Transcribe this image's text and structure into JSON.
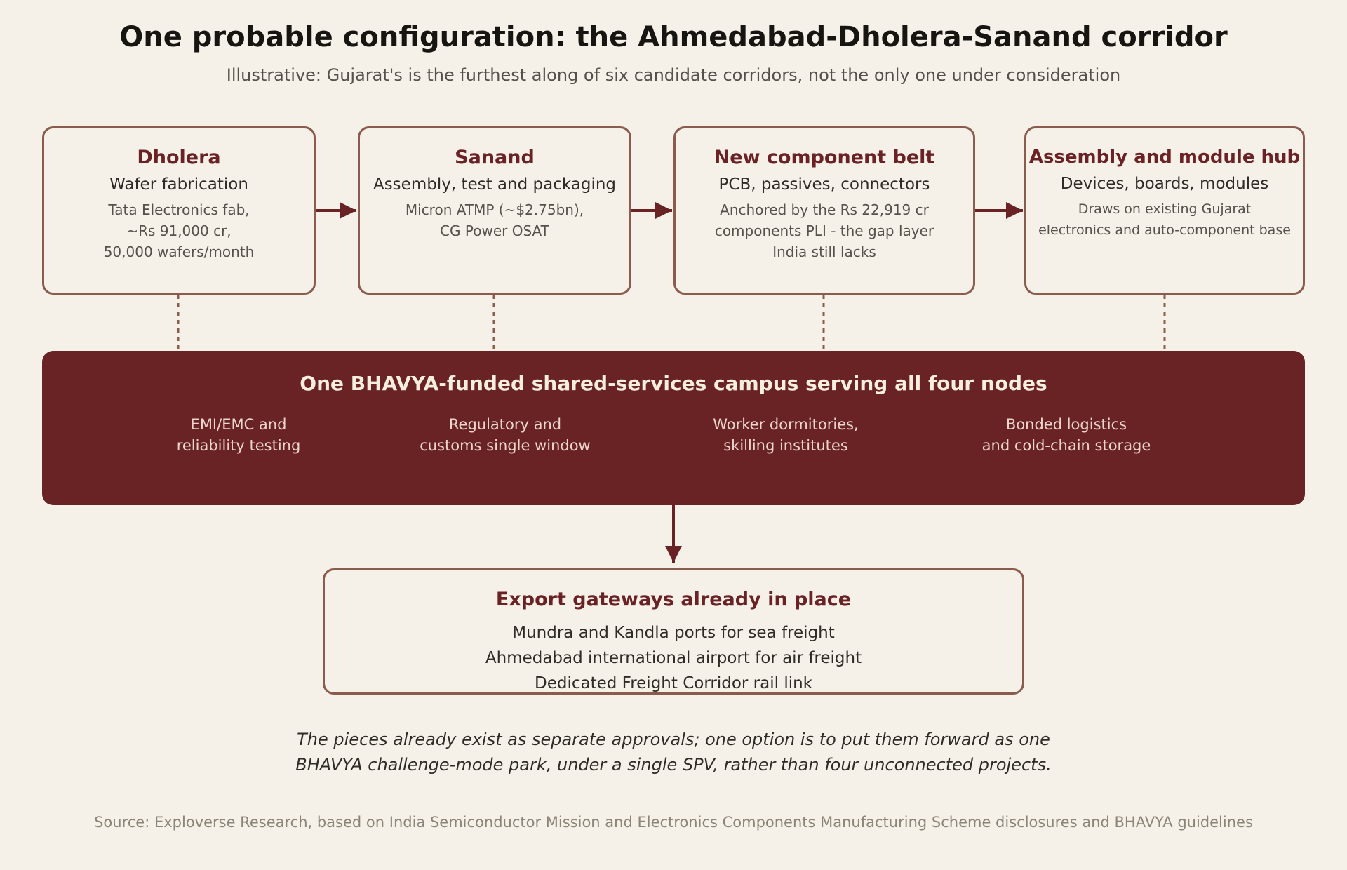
{
  "title": "One probable configuration: the Ahmedabad-Dholera-Sanand corridor",
  "subtitle": "Illustrative: Gujarat's is the furthest along of six candidate corridors, not the only one under consideration",
  "nodes": [
    {
      "name": "Dholera",
      "role": "Wafer fabrication",
      "detail": [
        "Tata Electronics fab,",
        "~Rs 91,000 cr,",
        "50,000 wafers/month"
      ]
    },
    {
      "name": "Sanand",
      "role": "Assembly, test and packaging",
      "detail": [
        "Micron ATMP (~$2.75bn),",
        "CG Power OSAT"
      ]
    },
    {
      "name": "New component belt",
      "role": "PCB, passives, connectors",
      "detail": [
        "Anchored by the Rs 22,919 cr",
        "components PLI - the gap layer",
        "India still lacks"
      ]
    },
    {
      "name": "Assembly and module hub",
      "role": "Devices, boards, modules",
      "detail": [
        "Draws on existing Gujarat",
        "electronics and auto-component base"
      ]
    }
  ],
  "campus": {
    "title": "One BHAVYA-funded shared-services campus serving all four nodes",
    "services": [
      [
        "EMI/EMC and",
        "reliability testing"
      ],
      [
        "Regulatory and",
        "customs single window"
      ],
      [
        "Worker dormitories,",
        "skilling institutes"
      ],
      [
        "Bonded logistics",
        "and cold-chain storage"
      ]
    ]
  },
  "export": {
    "title": "Export gateways already in place",
    "lines": [
      "Mundra and Kandla ports for sea freight",
      "Ahmedabad international airport for air freight",
      "Dedicated Freight Corridor rail link"
    ]
  },
  "note": [
    "The pieces already exist as separate approvals; one option is to put them forward as one",
    "BHAVYA challenge-mode park, under a single SPV, rather than four unconnected projects."
  ],
  "source": "Source: Exploverse Research, based on India Semiconductor Mission and Electronics Components Manufacturing Scheme disclosures and BHAVYA guidelines",
  "colors": {
    "background": "#f6f1e8",
    "accent": "#6a2325",
    "border": "#8a5c4e"
  }
}
